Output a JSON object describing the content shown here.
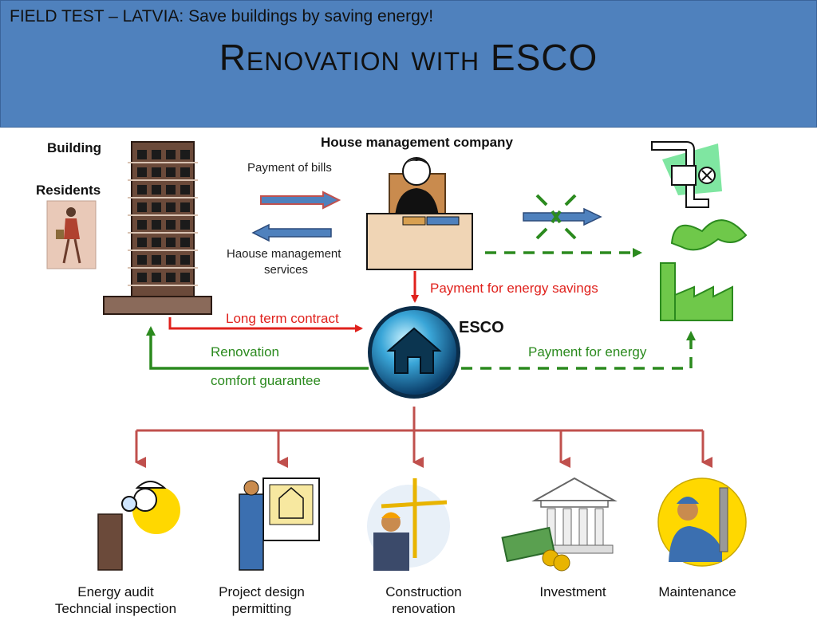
{
  "header": {
    "subtitle": "FIELD TEST – LATVIA: Save buildings by saving energy!",
    "title": "Renovation with ESCO"
  },
  "left": {
    "building_label": "Building",
    "residents_label": "Residents"
  },
  "hmc": {
    "title": "House management company",
    "payment_of_bills": "Payment of bills",
    "services_line1": "Haouse management",
    "services_line2": "services"
  },
  "flows": {
    "payment_energy_savings": "Payment for energy savings",
    "long_term_contract": "Long term contract",
    "renovation": "Renovation",
    "comfort_guarantee": "comfort guarantee",
    "payment_for_energy": "Payment for energy"
  },
  "esco": {
    "label": "ESCO"
  },
  "services": [
    {
      "line1": "Energy audit",
      "line2": "Techncial inspection"
    },
    {
      "line1": "Project design",
      "line2": "permitting"
    },
    {
      "line1": "Construction",
      "line2": "renovation"
    },
    {
      "line1": "Investment",
      "line2": ""
    },
    {
      "line1": "Maintenance",
      "line2": ""
    }
  ],
  "colors": {
    "header_bg": "#4f81bd",
    "red": "#e0211c",
    "green": "#2b8a1e",
    "tree_line": "#c0504d"
  }
}
